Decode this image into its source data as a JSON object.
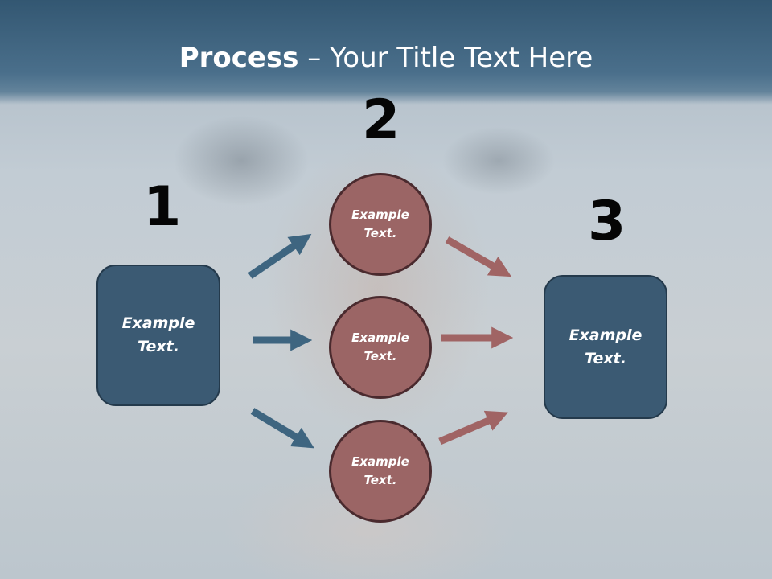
{
  "title": {
    "bold": "Process",
    "rest": " – Your Title Text Here"
  },
  "steps": {
    "one": "1",
    "two": "2",
    "three": "3"
  },
  "boxes": {
    "left": "Example\nText.",
    "right": "Example\nText."
  },
  "circles": [
    "Example\nText.",
    "Example\nText.",
    "Example\nText."
  ],
  "colors": {
    "header": "#3f6480",
    "box": "#3b5a73",
    "circle": "#9b6565",
    "blue_arrow": "#3e6580",
    "red_arrow": "#a06464"
  }
}
